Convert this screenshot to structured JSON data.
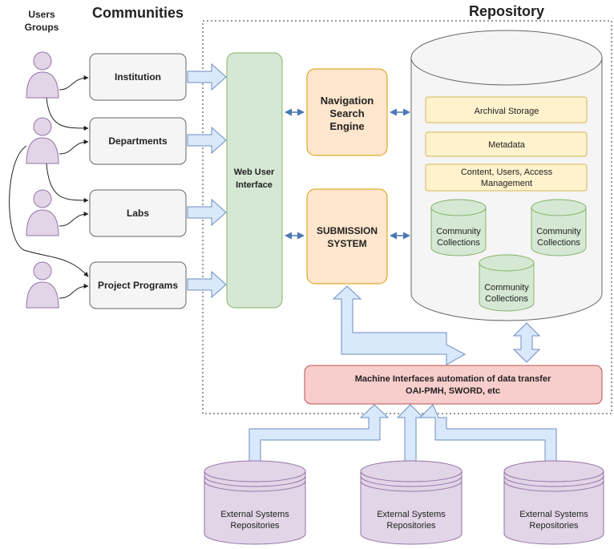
{
  "headers": {
    "users_groups_line1": "Users",
    "users_groups_line2": "Groups",
    "communities": "Communities",
    "repository": "Repository"
  },
  "communities": [
    "Institution",
    "Departments",
    "Labs",
    "Project Programs"
  ],
  "web_ui": {
    "line1": "Web User",
    "line2": "Interface"
  },
  "nav": {
    "line1": "Navigation",
    "line2": "Search",
    "line3": "Engine"
  },
  "submission": {
    "line1": "SUBMISSION",
    "line2": "SYSTEM"
  },
  "repo_layers": {
    "archival": "Archival Storage",
    "metadata": "Metadata",
    "content_line1": "Content, Users, Access",
    "content_line2": "Management"
  },
  "collections": {
    "line1": "Community",
    "line2": "Collections"
  },
  "machine": {
    "line1": "Machine Interfaces automation of data transfer",
    "line2": "OAI-PMH, SWORD, etc"
  },
  "external": {
    "line1": "External Systems",
    "line2": "Repositories"
  },
  "colors": {
    "user_fill": "#e1d5e7",
    "user_stroke": "#9673a6",
    "green_fill": "#d5e8d4",
    "green_stroke": "#82b366",
    "orange_fill": "#ffe6cc",
    "orange_stroke": "#d79b00",
    "yellow_fill": "#fff2cc",
    "yellow_stroke": "#d6b656",
    "red_fill": "#f8cecc",
    "red_stroke": "#b85450",
    "arrow_fill": "#dae8fc",
    "arrow_stroke": "#6c8ebf",
    "grey_fill": "#f5f5f5",
    "grey_stroke": "#666666",
    "header_purple": "#5c1a38"
  }
}
